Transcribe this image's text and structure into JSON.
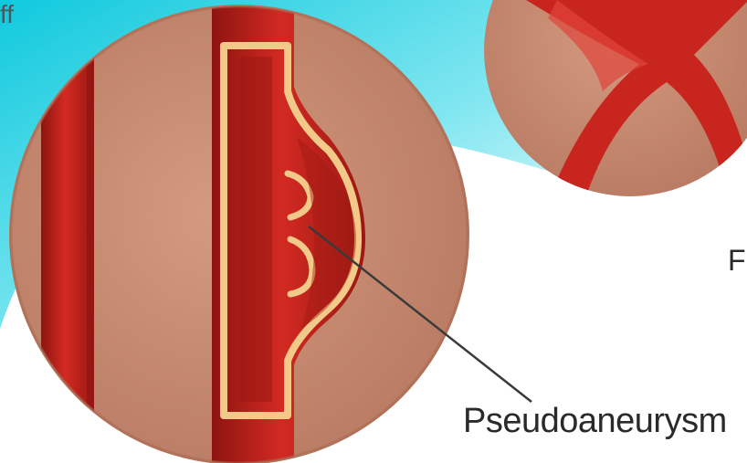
{
  "labels": {
    "main": "Pseudoaneurysm",
    "partial": "F",
    "corner": "ff"
  },
  "colors": {
    "skin": "#c48a70",
    "vessel": "#c8251f",
    "vessel_dark": "#8e1410",
    "wall_outline": "#f3c98a",
    "cyan_glow": "#7fe6f0",
    "leader_line": "#3a3a3a"
  }
}
